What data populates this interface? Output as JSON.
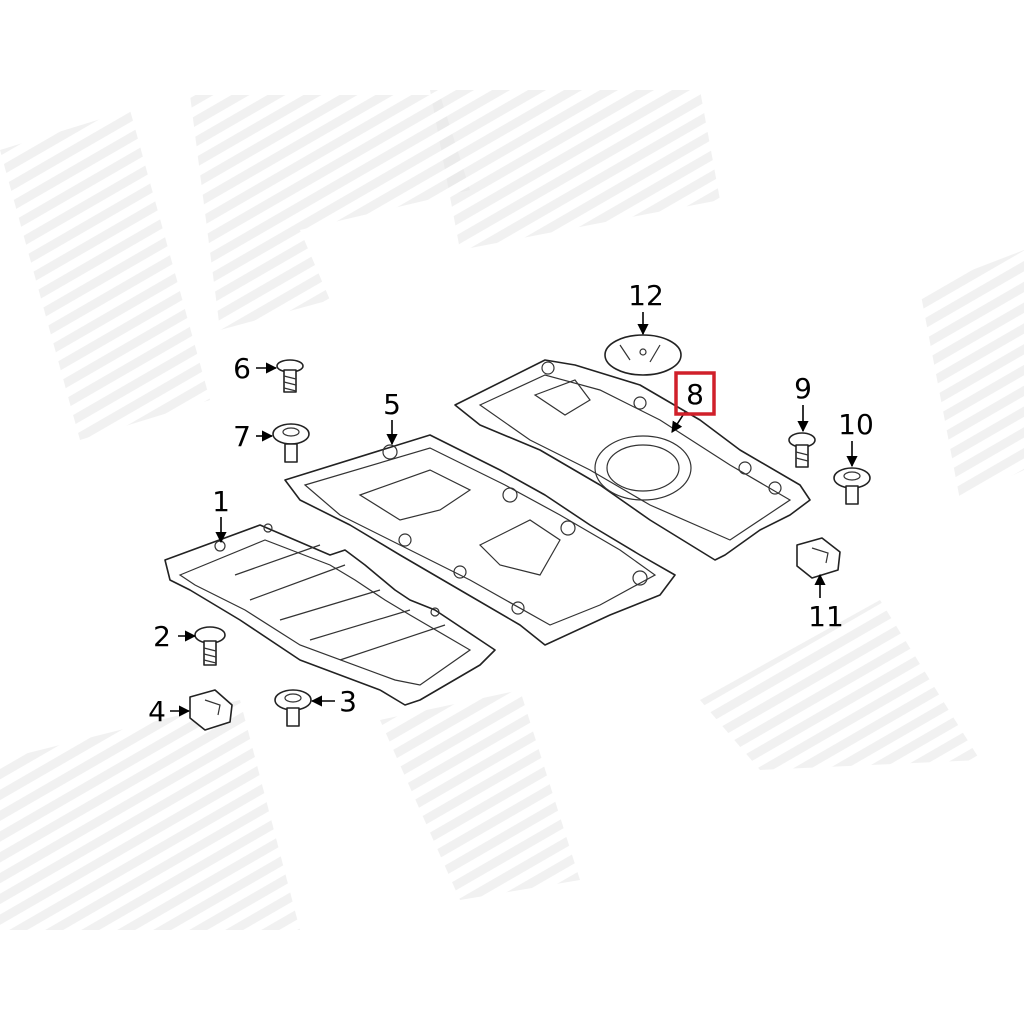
{
  "diagram": {
    "callouts": [
      "1",
      "2",
      "3",
      "4",
      "5",
      "6",
      "7",
      "8",
      "9",
      "10",
      "11",
      "12"
    ],
    "highlighted_callout": "8",
    "colors": {
      "highlight": "#d0202a",
      "line": "#222222",
      "watermark": "#e9e9e9"
    }
  }
}
